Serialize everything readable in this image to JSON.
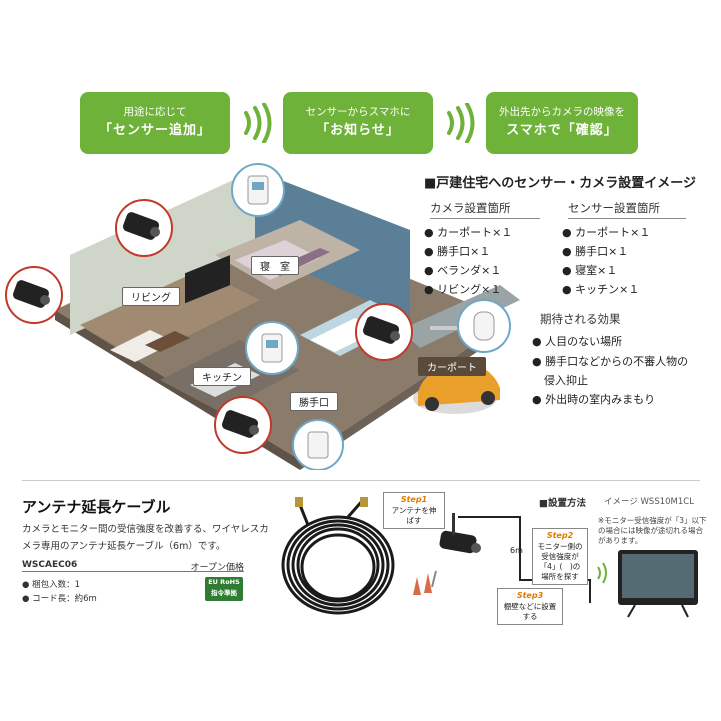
{
  "flow": [
    {
      "line1": "用途に応じて",
      "line2": "「センサー追加」"
    },
    {
      "line1": "センサーからスマホに",
      "line2": "「お知らせ」"
    },
    {
      "line1": "外出先からカメラの映像を",
      "line2": "スマホで「確認」"
    }
  ],
  "scene_labels": {
    "bedroom": "寝　室",
    "living": "リビング",
    "kitchen": "キッチン",
    "backdoor": "勝手口",
    "carport": "カーポート"
  },
  "info": {
    "title": "■戸建住宅へのセンサー・カメラ設置イメージ",
    "camera_head": "カメラ設置箇所",
    "camera_items": [
      "カーポート×１",
      "勝手口×１",
      "ベランダ×１",
      "リビング×１"
    ],
    "sensor_head": "センサー設置箇所",
    "sensor_items": [
      "カーポート×１",
      "勝手口×１",
      "寝室×１",
      "キッチン×１"
    ],
    "effect_title": "期待される効果",
    "effects": [
      "人目のない場所",
      "勝手口などからの不審人物の",
      "侵入抑止",
      "外出時の室内みまもり"
    ]
  },
  "product": {
    "title": "アンテナ延長ケーブル",
    "desc": "カメラとモニター間の受信強度を改善する、ワイヤレスカメラ専用のアンテナ延長ケーブル（6m）です。",
    "model": "WSCAEC06",
    "price": "オープン価格",
    "spec1": "● 梱包入数：1",
    "spec2": "● コード長：約6m",
    "badge_line1": "EU RoHS",
    "badge_line2": "指令準拠"
  },
  "install": {
    "title": "■設置方法",
    "model": "イメージ WSS10M1CL",
    "note": "※モニター受信強度が「3」以下の場合には映像が途切れる場合があります。",
    "step1_label": "Step1",
    "step1_text": "アンテナを伸ばす",
    "step2_label": "Step2",
    "step2_text": "モニター側の受信強度が「4」(　)の場所を探す",
    "step3_label": "Step3",
    "step3_text": "棚壁などに設置する",
    "length": "6m"
  },
  "colors": {
    "accent_green": "#6fb23a",
    "step_orange": "#e07b00"
  }
}
